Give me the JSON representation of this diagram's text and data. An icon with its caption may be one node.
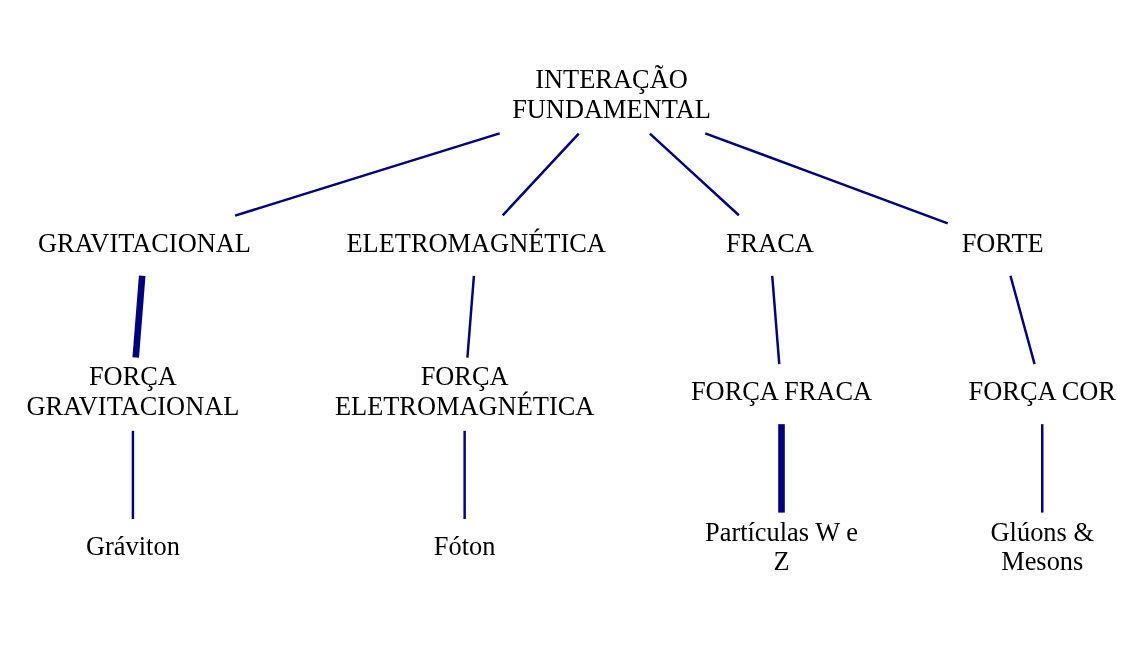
{
  "diagram": {
    "nodes": [
      {
        "text": [
          "INTERAÇÃO FUNDAMENTAL"
        ]
      },
      {
        "text": [
          "GRAVITACIONAL"
        ]
      },
      {
        "text": [
          "ELETROMAGNÉTICA"
        ]
      },
      {
        "text": [
          "FRACA"
        ]
      },
      {
        "text": [
          "FORTE"
        ]
      },
      {
        "text": [
          "FORÇA GRAVITACIONAL"
        ]
      },
      {
        "text": [
          "FORÇA ELETROMAGNÉTICA"
        ]
      },
      {
        "text": [
          "FORÇA FRACA"
        ]
      },
      {
        "text": [
          "FORÇA COR"
        ]
      },
      {
        "text": [
          "Gráviton"
        ]
      },
      {
        "text": [
          "Fóton"
        ]
      },
      {
        "text": [
          "Partículas W e Z"
        ]
      },
      {
        "text": [
          "Glúons & Mesons"
        ]
      }
    ],
    "edges": [
      {
        "from": 0,
        "to": 1,
        "arrow": "none"
      },
      {
        "from": 0,
        "to": 2,
        "arrow": "none"
      },
      {
        "from": 0,
        "to": 3,
        "arrow": "none"
      },
      {
        "from": 0,
        "to": 4,
        "arrow": "none"
      },
      {
        "from": 1,
        "to": 5,
        "arrow": "none",
        "style": "thick"
      },
      {
        "from": 2,
        "to": 6,
        "arrow": "none"
      },
      {
        "from": 3,
        "to": 7,
        "arrow": "none"
      },
      {
        "from": 4,
        "to": 8,
        "arrow": "none"
      },
      {
        "from": 5,
        "to": 9,
        "arrow": "none"
      },
      {
        "from": 6,
        "to": 10,
        "arrow": "none"
      },
      {
        "from": 7,
        "to": 11,
        "arrow": "none",
        "style": "thick"
      },
      {
        "from": 8,
        "to": 12,
        "arrow": "none"
      }
    ]
  }
}
